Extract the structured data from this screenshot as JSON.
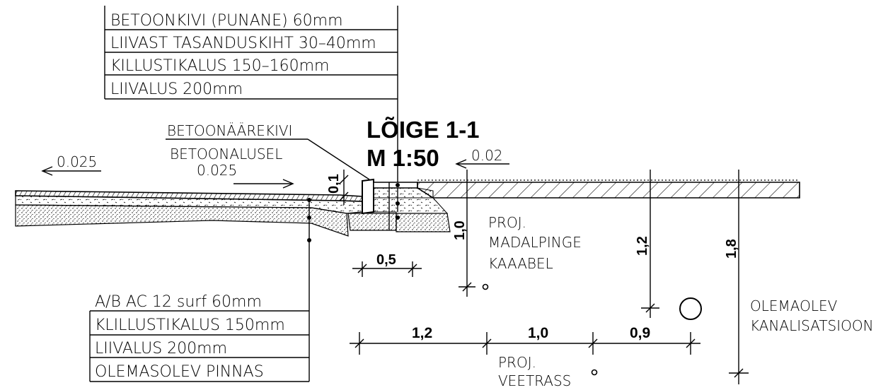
{
  "title": {
    "line1": "LÕIGE 1-1",
    "line2": "M 1:50"
  },
  "layers_top": [
    "BETOONKIVI (PUNANE) 60mm",
    "LIIVAST TASANDUSKIHT 30–40mm",
    "KILLUSTIKALUS 150–160mm",
    "LIIVALUS 200mm"
  ],
  "layers_bottom": [
    "A/B AC 12 surf 60mm",
    "KLILLUSTIKALUS 150mm",
    "LIIVALUS 200mm",
    "OLEMASOLEV PINNAS"
  ],
  "curb": {
    "line1": "BETOONÄÄREKIVI",
    "line2": "BETOONALUSEL",
    "slope": "0.025"
  },
  "slopes": {
    "road": "0.025",
    "sidewalk": "0.02"
  },
  "dimensions": {
    "curb_height": "0,1",
    "curb_width": "0,5",
    "depth_cable": "1,0",
    "depth_water": "1,2",
    "depth_sewer": "1,8",
    "horiz_1": "1,2",
    "horiz_2": "1,0",
    "horiz_3": "0,9"
  },
  "utilities": {
    "cable": [
      "PROJ.",
      "MADALPINGE",
      "KAAABEL"
    ],
    "water": [
      "PROJ.",
      "VEETRASS"
    ],
    "sewer": [
      "OLEMAOLEV",
      "KANALISATSIOON"
    ]
  }
}
